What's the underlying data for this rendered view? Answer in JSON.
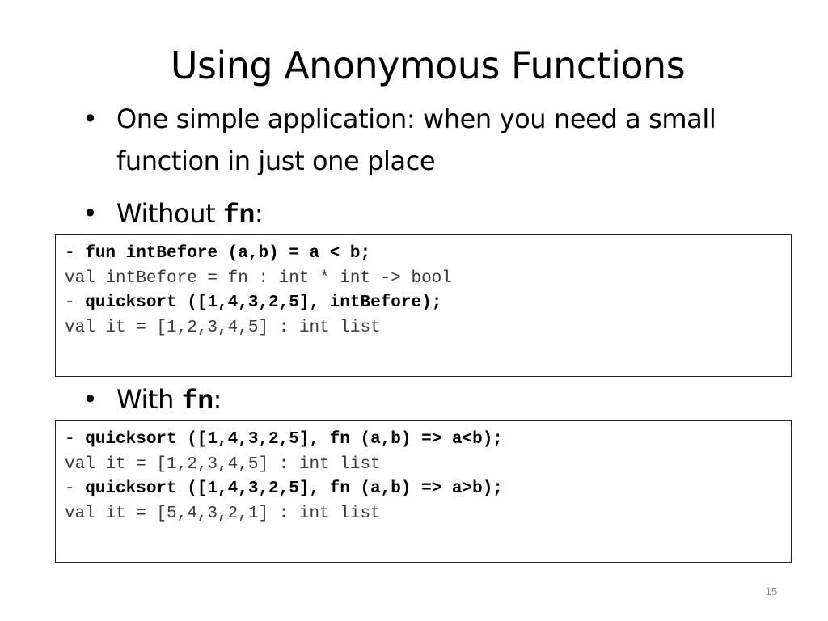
{
  "slide": {
    "title": "Using Anonymous Functions",
    "bullets": [
      {
        "marker": "•",
        "text": "One simple application: when you need a small function in just one place"
      },
      {
        "marker": "•",
        "prefix": "Without ",
        "keyword": "fn",
        "suffix": ":"
      },
      {
        "marker": "•",
        "prefix": "With ",
        "keyword": "fn",
        "suffix": ":"
      }
    ],
    "code_blocks": [
      {
        "lines": [
          {
            "prompt": "- ",
            "text": "fun intBefore (a,b) = a < b;"
          },
          {
            "prompt": "",
            "text": "val intBefore = fn : int * int -> bool"
          },
          {
            "prompt": "- ",
            "text": "quicksort ([1,4,3,2,5], intBefore);"
          },
          {
            "prompt": "",
            "text": "val it = [1,2,3,4,5] : int list"
          }
        ]
      },
      {
        "lines": [
          {
            "prompt": "- ",
            "text": "quicksort ([1,4,3,2,5], fn (a,b) => a<b);"
          },
          {
            "prompt": "",
            "text": "val it = [1,2,3,4,5] : int list"
          },
          {
            "prompt": "- ",
            "text": "quicksort ([1,4,3,2,5], fn (a,b) => a>b);"
          },
          {
            "prompt": "",
            "text": "val it = [5,4,3,2,1] : int list"
          }
        ]
      }
    ],
    "page_number": "15"
  }
}
